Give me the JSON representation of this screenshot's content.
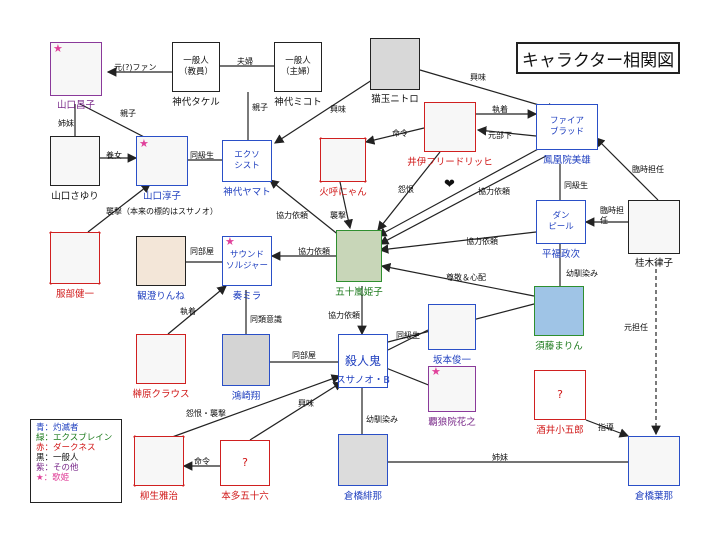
{
  "title": "キャラクター相関図",
  "legend": [
    {
      "text": "青：灼滅者",
      "color": "#1f3fbf"
    },
    {
      "text": "緑：エクスブレイン",
      "color": "#1c7a1c"
    },
    {
      "text": "赤：ダークネス",
      "color": "#d01818"
    },
    {
      "text": "黒：一般人",
      "color": "#111111"
    },
    {
      "text": "紫：その他",
      "color": "#7a2a8a"
    },
    {
      "text": "★：歌姫",
      "color": "#e0409a"
    }
  ],
  "nodes": {
    "yamaguchi_shoko": {
      "caption": "山口昌子"
    },
    "ippanjin_kyoin": {
      "line1": "一般人",
      "line2": "（教員）",
      "caption": "神代タケル"
    },
    "ippanjin_shufu": {
      "line1": "一般人",
      "line2": "（主婦）",
      "caption": "神代ミコト"
    },
    "nekotama": {
      "caption": "猫玉ニトロ"
    },
    "fire_blood": {
      "line1": "ファイア",
      "line2": "ブラッド",
      "caption": "鳳凰院美雄"
    },
    "yamaguchi_sayuri": {
      "caption": "山口さゆり"
    },
    "yamaguchi_junko": {
      "caption": "山口淳子"
    },
    "exorcist": {
      "line1": "エクソ",
      "line2": "シスト",
      "caption": "神代ヤマト"
    },
    "ii_friedrich": {
      "caption": "井伊フリードリッヒ"
    },
    "himiko": {
      "caption": "火呼にゃん"
    },
    "dan_beal": {
      "line1": "ダン",
      "line2": "ピール",
      "caption": "平福政次"
    },
    "katsuragi": {
      "caption": "桂木律子"
    },
    "hattori": {
      "caption": "服部健一"
    },
    "kanzumi": {
      "caption": "観澄りんね"
    },
    "sound_soldier": {
      "line1": "サウンド",
      "line2": "ソルジャー",
      "caption": "奏ミラ"
    },
    "igarashi": {
      "caption": "五十嵐姫子"
    },
    "sudo": {
      "caption": "須藤まりん"
    },
    "sakaki": {
      "caption": "榊原クラウス"
    },
    "kozaki": {
      "caption": "鴻崎翔"
    },
    "satsujinki": {
      "line1": "殺人鬼",
      "caption": "スサノオ・B"
    },
    "sakamoto": {
      "caption": "坂本俊一"
    },
    "haro": {
      "caption": "覇狼院花之"
    },
    "sakai": {
      "line1": "?",
      "caption": "酒井小五郎"
    },
    "yagyu": {
      "caption": "柳生雅治"
    },
    "honda": {
      "line1": "?",
      "caption": "本多五十六"
    },
    "kurahashi_hina": {
      "caption": "倉橋緋那"
    },
    "kurahashi_yona": {
      "caption": "倉橋葉那"
    }
  },
  "edges": {
    "moto_fan": "元(?)ファン",
    "fuufu": "夫婦",
    "kyomi_top": "興味",
    "oyako_1": "親子",
    "oyako_2": "親子",
    "kyomi_mid": "興味",
    "shimai_1": "姉妹",
    "youjo": "養女",
    "doukyusei_1": "同級生",
    "meirei_1": "命令",
    "shuuchaku_1": "執着",
    "motobuka": "元部下",
    "rinji_1": "臨時担任",
    "doukyusei_2": "同級生",
    "enkon": "怨恨",
    "kyouryoku_1": "協力依頼",
    "rinji_2": "臨時担任",
    "shuugeki_1": "襲撃（本来の標的はスサノオ）",
    "shuugeki_2": "襲撃",
    "kyouryoku_2": "協力依頼",
    "kyouryoku_3": "協力依頼",
    "dobeya_1": "同部屋",
    "doukyusei_3": "同級生",
    "osananajimi_1": "幼馴染み",
    "sonkei": "尊敬＆心配",
    "shuuchaku_2": "執着",
    "douhai": "同類意識",
    "kyouryoku_4": "協力依頼",
    "dobeya_2": "同部屋",
    "doukyusei_4": "同級生",
    "moto_tannin": "元担任",
    "enkon_shuugeki": "怨恨・襲撃",
    "kyomi_low": "興味",
    "osananajimi_2": "幼馴染み",
    "shidou": "指導",
    "meirei_2": "命令",
    "shimai_2": "姉妹"
  }
}
